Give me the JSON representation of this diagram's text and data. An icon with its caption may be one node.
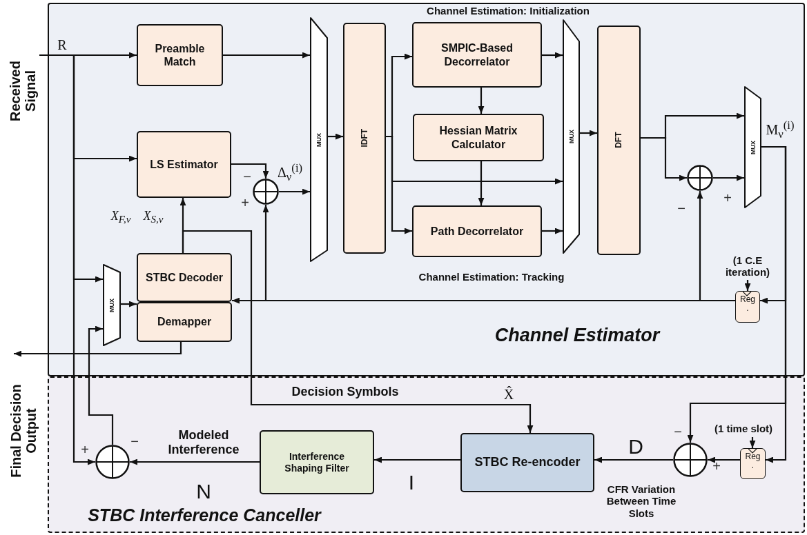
{
  "diagram": {
    "nodes": [
      {
        "text": [
          "Channel Estimator"
        ]
      },
      {
        "text": [
          "Preamble Match"
        ],
        "in": 0
      },
      {
        "text": [
          "LS Estimator"
        ],
        "in": 0
      },
      {
        "text": [],
        "shape": "circle",
        "in": 0
      },
      {
        "text": [
          "MUX"
        ],
        "in": 0
      },
      {
        "text": [
          "IDFT"
        ],
        "in": 0
      },
      {
        "text": [
          "SMPIC-Based Decorrelator"
        ],
        "in": 0
      },
      {
        "text": [
          "Hessian Matrix Calculator"
        ],
        "in": 0
      },
      {
        "text": [
          "Path Decorrelator"
        ],
        "in": 0
      },
      {
        "text": [
          "MUX"
        ],
        "in": 0
      },
      {
        "text": [
          "DFT"
        ],
        "in": 0
      },
      {
        "text": [
          "MUX"
        ],
        "in": 0
      },
      {
        "text": [],
        "shape": "circle",
        "in": 0
      },
      {
        "text": [
          "Reg",
          "."
        ],
        "beside": [
          "(1 C.E iteration)"
        ],
        "in": 0
      },
      {
        "text": [
          "STBC Decoder"
        ],
        "in": 0
      },
      {
        "text": [
          "Demapper"
        ],
        "in": 0
      },
      {
        "text": [
          "MUX"
        ],
        "in": 0
      },
      {
        "text": [
          "STBC Interference Canceller"
        ]
      },
      {
        "text": [
          "STBC Re-encoder"
        ],
        "in": 17
      },
      {
        "text": [
          "Interference Shaping Filter"
        ],
        "in": 17
      },
      {
        "text": [],
        "shape": "circle",
        "in": 17
      },
      {
        "text": [],
        "shape": "circle",
        "in": 17
      },
      {
        "text": [
          "Reg",
          "."
        ],
        "beside": [
          "(1 time slot)"
        ],
        "in": 17
      },
      {
        "text": [
          "Received Signal"
        ]
      }
    ],
    "edges": [
      {
        "from": 23,
        "to": 1,
        "arrow": "to"
      },
      {
        "from": 23,
        "to": 2,
        "arrow": "to"
      },
      {
        "from": 23,
        "to": 16,
        "arrow": "to"
      },
      {
        "from": 23,
        "to": 20,
        "arrow": "to"
      },
      {
        "from": 1,
        "to": 4,
        "arrow": "to"
      },
      {
        "from": 2,
        "to": 3,
        "arrow": "to"
      },
      {
        "from": 3,
        "to": 4,
        "arrow": "to"
      },
      {
        "from": 14,
        "to": 2,
        "arrow": "to"
      },
      {
        "from": 14,
        "to": 18,
        "arrow": "to",
        "label": "Decision Symbols"
      },
      {
        "from": 4,
        "to": 5,
        "arrow": "to"
      },
      {
        "from": 5,
        "to": 6,
        "arrow": "to"
      },
      {
        "from": 5,
        "to": 9,
        "arrow": "to"
      },
      {
        "from": 5,
        "to": 8,
        "arrow": "to"
      },
      {
        "from": 6,
        "to": 7,
        "arrow": "to"
      },
      {
        "from": 7,
        "to": 8,
        "arrow": "to"
      },
      {
        "from": 6,
        "to": 9,
        "arrow": "to"
      },
      {
        "from": 8,
        "to": 9,
        "arrow": "to"
      },
      {
        "from": 9,
        "to": 10,
        "arrow": "to"
      },
      {
        "from": 10,
        "to": 11,
        "arrow": "to"
      },
      {
        "from": 10,
        "to": 12,
        "arrow": "to"
      },
      {
        "from": 12,
        "to": 11,
        "arrow": "to"
      },
      {
        "from": 11,
        "to": 13,
        "arrow": "to"
      },
      {
        "from": 11,
        "to": 22,
        "arrow": "to"
      },
      {
        "from": 11,
        "to": 21,
        "arrow": "to"
      },
      {
        "from": 13,
        "to": 14,
        "arrow": "to"
      },
      {
        "from": 13,
        "to": 12,
        "arrow": "to"
      },
      {
        "from": 13,
        "to": 3,
        "arrow": "to"
      },
      {
        "from": 22,
        "to": 21,
        "arrow": "to"
      },
      {
        "from": 21,
        "to": 18,
        "arrow": "to"
      },
      {
        "from": 18,
        "to": 19,
        "arrow": "to"
      },
      {
        "from": 19,
        "to": 20,
        "arrow": "to"
      },
      {
        "from": 20,
        "to": 16,
        "arrow": "to"
      },
      {
        "from": 16,
        "to": 15,
        "arrow": "to"
      },
      {
        "from": 15,
        "to": null,
        "arrow": "to"
      },
      {
        "from": null,
        "to": 13,
        "arrow": "to"
      },
      {
        "from": null,
        "to": 22,
        "arrow": "to"
      }
    ],
    "labels": [
      "R",
      "Δ$_{ν}$$^{(i)}$",
      "−",
      "+",
      "X$_{F,ν}$",
      "X$_{S,ν}$",
      "Channel Estimation: Initialization",
      "Channel Estimation: Tracking",
      "M$_{ν}$$^{(i)}$",
      "+",
      "−",
      "Final Decision Output",
      "X̂",
      "Modeled Interference",
      "+",
      "−",
      "N",
      "I",
      "D",
      "−",
      "+",
      "CFR Variation Between Time Slots"
    ]
  }
}
